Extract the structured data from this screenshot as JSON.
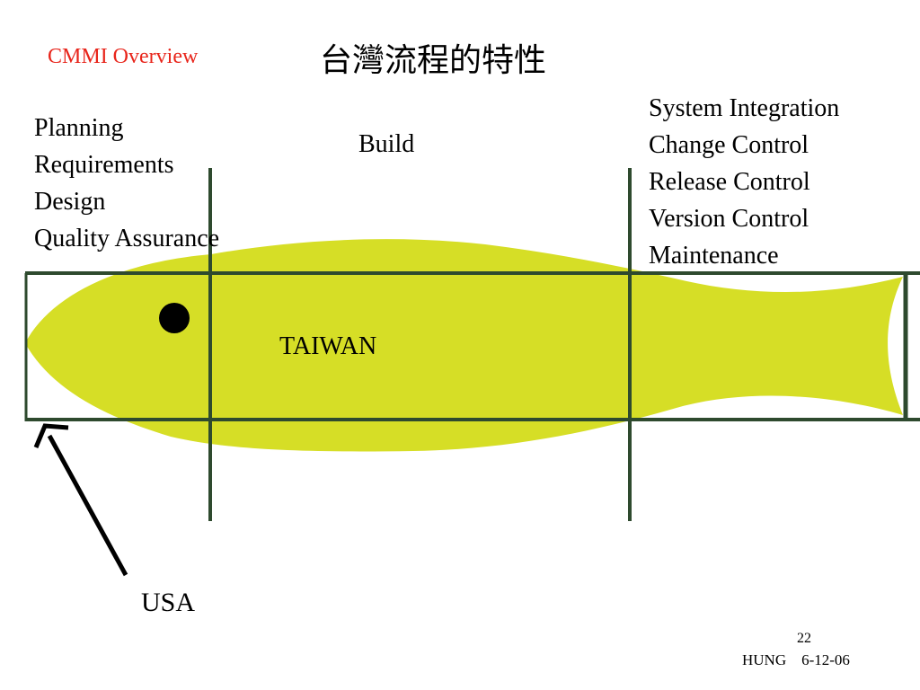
{
  "slide": {
    "header_label": "CMMI Overview",
    "title": "台灣流程的特性",
    "left_list": [
      "Planning",
      "Requirements",
      "Design",
      "Quality Assurance"
    ],
    "middle_label": "Build",
    "right_list": [
      "System Integration",
      "Change Control",
      "Release Control",
      "Version Control",
      "Maintenance"
    ],
    "fish_label": "TAIWAN",
    "arrow_label": "USA",
    "page_number": "22",
    "footer": "HUNG    6-12-06"
  },
  "colors": {
    "header_label": "#e8251b",
    "fish_fill": "#d6de26",
    "grid_lines": "#2e4a2e",
    "text": "#000000"
  }
}
